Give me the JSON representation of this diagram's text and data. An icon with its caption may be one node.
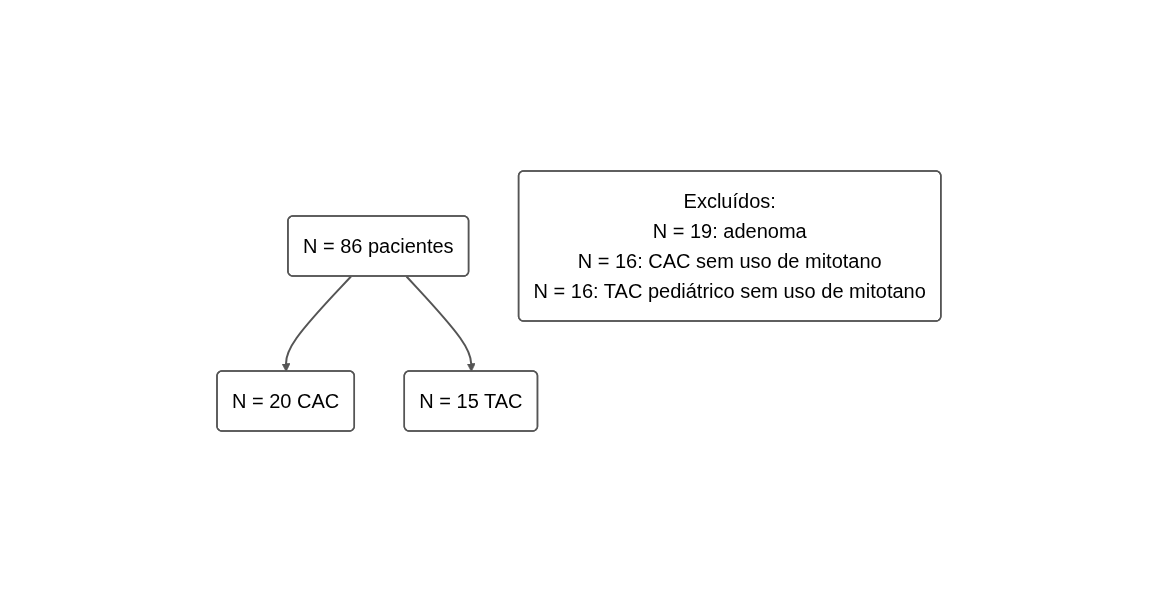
{
  "diagram": {
    "nodes": [
      {
        "text": [
          "N = 86 pacientes"
        ]
      },
      {
        "text": [
          "Excluídos:",
          "N = 19: adenoma",
          "N = 16: CAC sem uso de mitotano",
          "N = 16: TAC pediátrico sem uso de mitotano"
        ]
      },
      {
        "text": [
          "N = 20 CAC"
        ]
      },
      {
        "text": [
          "N = 15 TAC"
        ]
      }
    ],
    "edges": [
      {
        "from": 0,
        "to": 2,
        "arrow": "to"
      },
      {
        "from": 0,
        "to": 3,
        "arrow": "to"
      }
    ]
  }
}
